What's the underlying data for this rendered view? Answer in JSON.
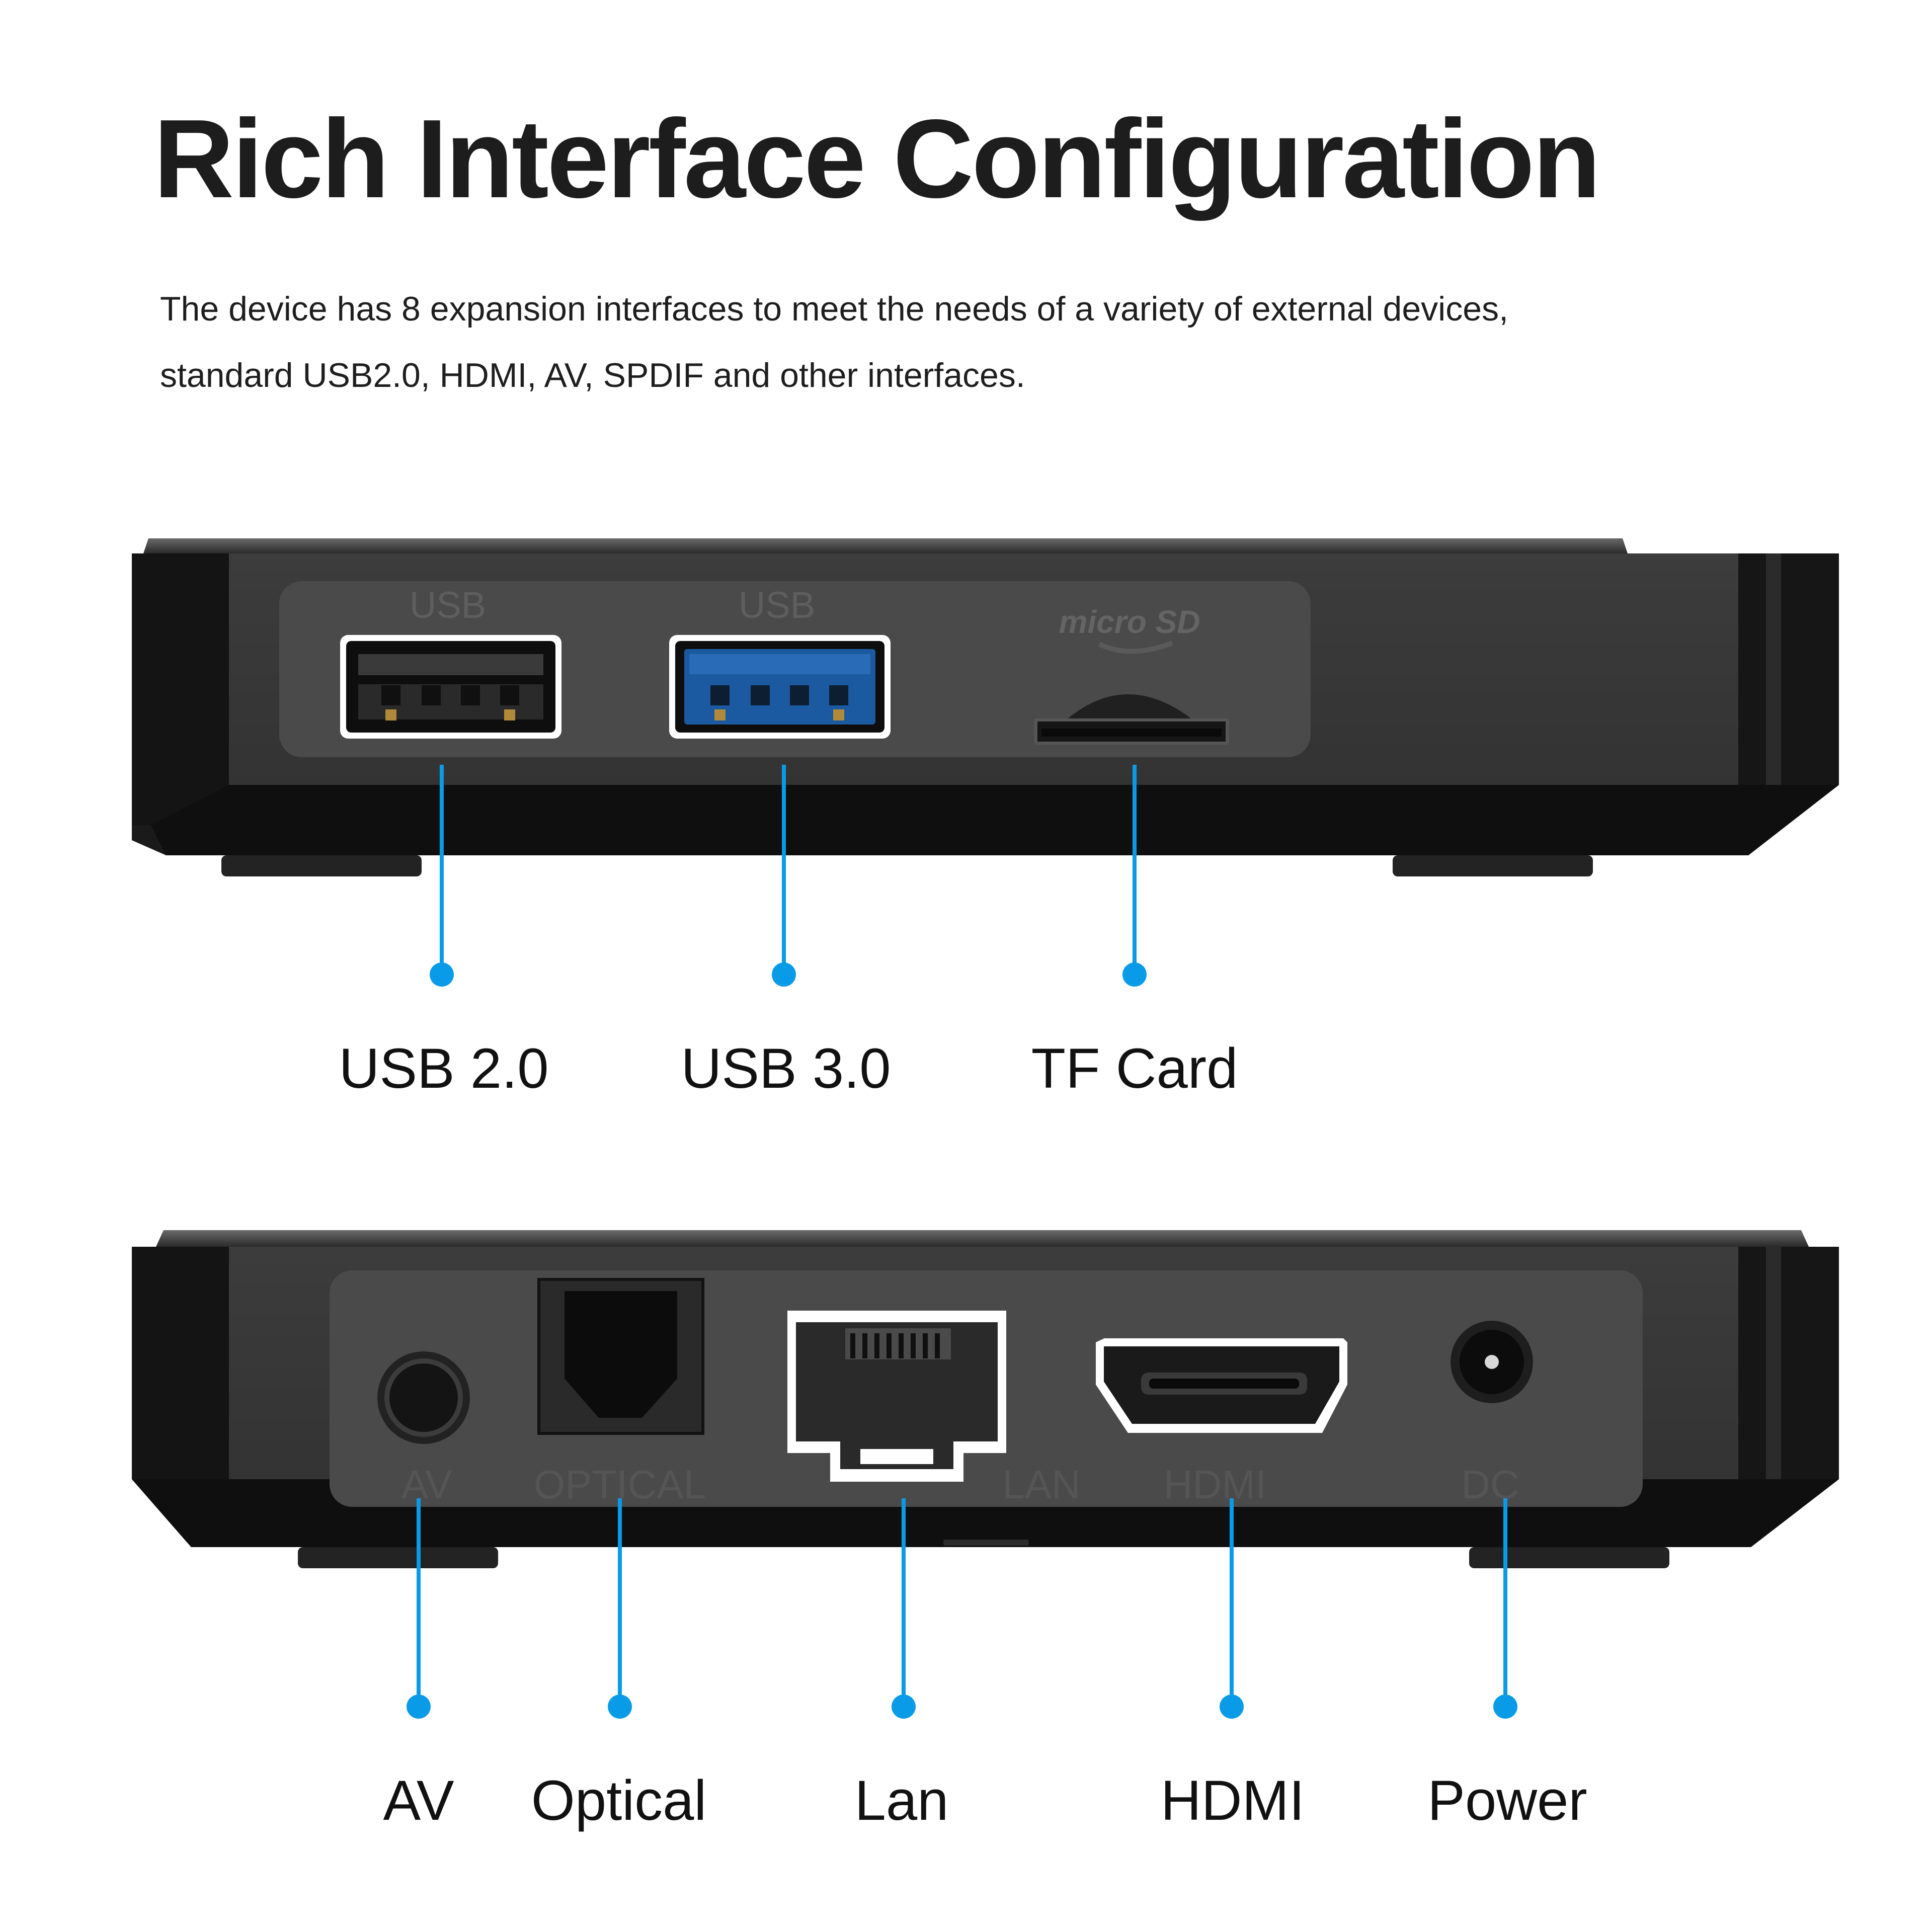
{
  "title": "Rich Interface Configuration",
  "description": {
    "line1": "The device has 8 expansion interfaces to meet the needs of a variety of external devices,",
    "line2": "standard USB2.0, HDMI, AV, SPDIF and other interfaces."
  },
  "accent_color": "#0a9be8",
  "front_panel": {
    "silkscreen": {
      "usb_a": "USB",
      "usb_b": "USB",
      "microsd_logo": "micro SD"
    },
    "callouts": [
      {
        "label": "USB 2.0"
      },
      {
        "label": "USB 3.0"
      },
      {
        "label": "TF Card"
      }
    ]
  },
  "rear_panel": {
    "silkscreen": {
      "av": "AV",
      "optical": "OPTICAL",
      "lan": "LAN",
      "hdmi": "HDMI",
      "dc": "DC"
    },
    "callouts": [
      {
        "label": "AV"
      },
      {
        "label": "Optical"
      },
      {
        "label": "Lan"
      },
      {
        "label": "HDMI"
      },
      {
        "label": "Power"
      }
    ]
  }
}
